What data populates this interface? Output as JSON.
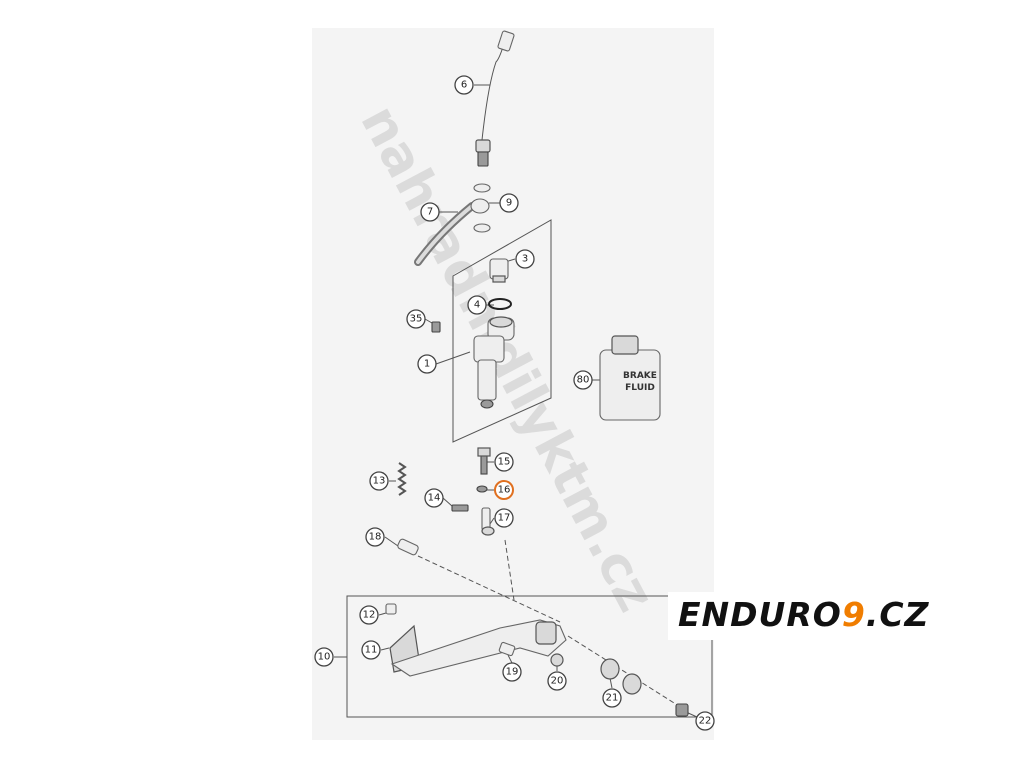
{
  "diagram": {
    "callouts": [
      {
        "id": "c6",
        "label": "6"
      },
      {
        "id": "c9",
        "label": "9"
      },
      {
        "id": "c7",
        "label": "7"
      },
      {
        "id": "c3",
        "label": "3"
      },
      {
        "id": "c4",
        "label": "4"
      },
      {
        "id": "c35",
        "label": "35"
      },
      {
        "id": "c1",
        "label": "1"
      },
      {
        "id": "c80",
        "label": "80"
      },
      {
        "id": "c15",
        "label": "15"
      },
      {
        "id": "c13",
        "label": "13"
      },
      {
        "id": "c16",
        "label": "16",
        "highlight": true
      },
      {
        "id": "c14",
        "label": "14"
      },
      {
        "id": "c17",
        "label": "17"
      },
      {
        "id": "c18",
        "label": "18"
      },
      {
        "id": "c12",
        "label": "12"
      },
      {
        "id": "c11",
        "label": "11"
      },
      {
        "id": "c10",
        "label": "10"
      },
      {
        "id": "c19",
        "label": "19"
      },
      {
        "id": "c20",
        "label": "20"
      },
      {
        "id": "c21",
        "label": "21"
      },
      {
        "id": "c22",
        "label": "22"
      }
    ],
    "fluid_bottle_label": [
      "BRAKE",
      "FLUID"
    ],
    "watermark": "nahradnidilyktm.cz",
    "highlight_color": "#e07020"
  },
  "logo": {
    "prefix": "ENDURO",
    "accent": "9",
    "suffix": ".CZ",
    "accent_color": "#f07d00",
    "text_color": "#111111"
  }
}
